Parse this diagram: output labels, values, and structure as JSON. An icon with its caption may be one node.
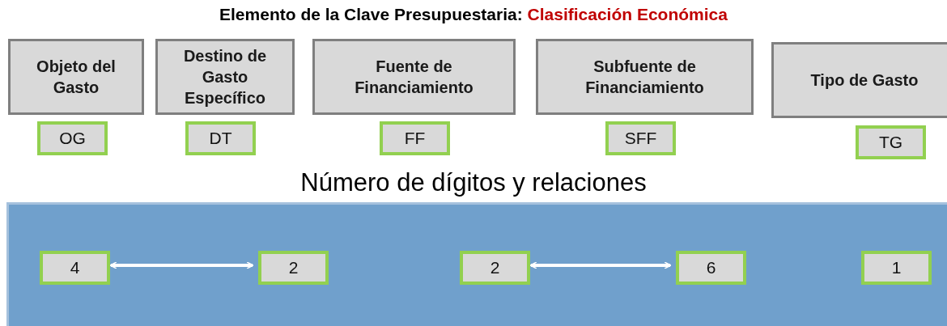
{
  "diagram": {
    "title": "Elemento de la Clave Presupuestaria: Clasificación Económica",
    "nodes": [
      {
        "text": [
          "Objeto del Gasto"
        ]
      },
      {
        "text": [
          "Destino de Gasto Específico"
        ]
      },
      {
        "text": [
          "Fuente de Financiamiento"
        ]
      },
      {
        "text": [
          "Subfuente de Financiamiento"
        ]
      },
      {
        "text": [
          "Tipo de Gasto"
        ]
      },
      {
        "text": [
          "OG"
        ]
      },
      {
        "text": [
          "DT"
        ]
      },
      {
        "text": [
          "FF"
        ]
      },
      {
        "text": [
          "SFF"
        ]
      },
      {
        "text": [
          "TG"
        ]
      },
      {
        "text": [],
        "shape": "box"
      },
      {
        "text": [
          "4"
        ],
        "in": 10
      },
      {
        "text": [
          "2"
        ],
        "in": 10
      },
      {
        "text": [
          "2"
        ],
        "in": 10
      },
      {
        "text": [
          "6"
        ],
        "in": 10
      },
      {
        "text": [
          "1"
        ],
        "in": 10
      }
    ],
    "edges": [
      {
        "from": 11,
        "to": 12,
        "arrow": "both"
      },
      {
        "from": 13,
        "to": 14,
        "arrow": "both"
      }
    ],
    "labels": [
      "Número de dígitos y relaciones"
    ]
  }
}
